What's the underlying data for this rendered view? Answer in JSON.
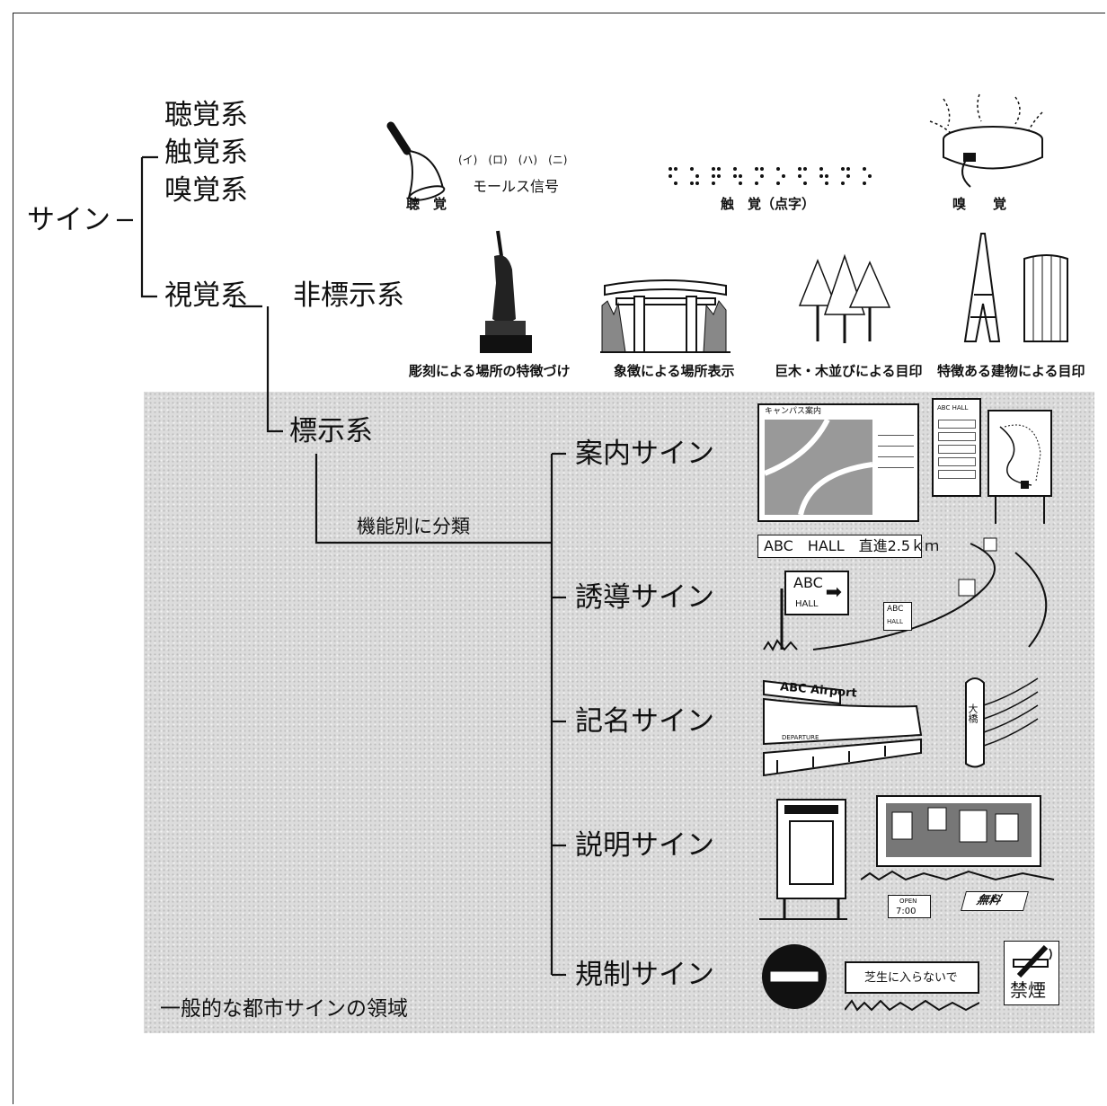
{
  "root": "サイン",
  "senses": {
    "hearing": "聴覚系",
    "touch": "触覚系",
    "smell": "嗅覚系",
    "vision": "視覚系"
  },
  "visual": {
    "non_sign": "非標示系",
    "sign": "標示系",
    "classify_label": "機能別に分類"
  },
  "categories": [
    "案内サイン",
    "誘導サイン",
    "記名サイン",
    "説明サイン",
    "規制サイン"
  ],
  "area_label": "一般的な都市サインの領域",
  "top_illustrations": {
    "hearing_caption": "聴　覚",
    "morse_marks": "(イ)　(ロ)　(ハ)　(ニ)",
    "morse_caption": "モールス信号",
    "braille_caption": "触　覚（点字）",
    "smell_caption": "嗅　　覚"
  },
  "non_sign_captions": [
    "彫刻による場所の特徴づけ",
    "象徴による場所表示",
    "巨木・木並びによる目印",
    "特徴ある建物による目印"
  ],
  "sign_illustrations": {
    "campus_map_title": "キャンパス案内",
    "directory_title": "ABC HALL",
    "road_sign": "ABC　HALL　直進2.5ｋｍ",
    "guide_sign_line1": "ABC",
    "guide_sign_line2": "HALL",
    "airport_name": "ABC Airport",
    "departure": "DEPARTURE",
    "bridge_pillar": "大橋",
    "open_line1": "OPEN",
    "open_line2": "7:00",
    "free_sign": "無料",
    "no_lawn": "芝生に入らないで",
    "no_smoking": "禁煙"
  },
  "colors": {
    "line": "#111111",
    "shade": "#dcdcdc"
  }
}
